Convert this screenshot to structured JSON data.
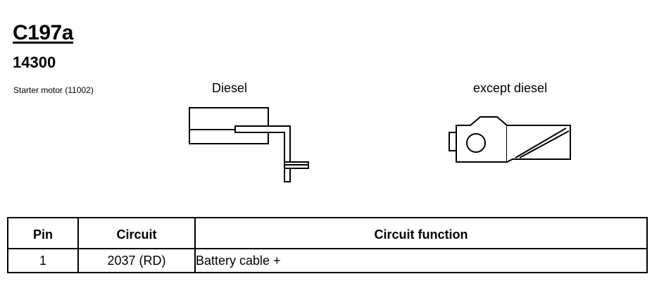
{
  "connector": {
    "id": "C197a",
    "part_number": "14300",
    "description": "Starter motor (11002)"
  },
  "views": {
    "diesel_label": "Diesel",
    "except_diesel_label": "except diesel"
  },
  "table": {
    "headers": {
      "pin": "Pin",
      "circuit": "Circuit",
      "function": "Circuit function"
    },
    "rows": [
      {
        "pin": "1",
        "circuit": "2037 (RD)",
        "function": "Battery cable +"
      }
    ]
  }
}
